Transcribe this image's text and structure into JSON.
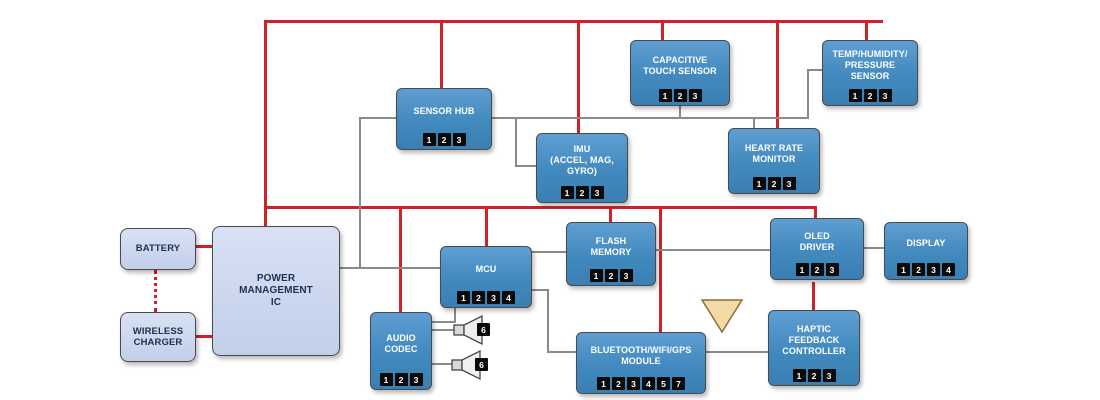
{
  "diagram": {
    "title": "wearable-device-block-diagram",
    "colors": {
      "power_line": "#cf2128",
      "signal_line": "#8a8a8a",
      "module_fill": "#4a8fc4",
      "power_block_fill": "#cdd9f0",
      "pin_badge_bg": "#000000",
      "antenna_fill": "#f3d9a4"
    },
    "blocks": [
      {
        "id": "battery",
        "label": "BATTERY",
        "pins": []
      },
      {
        "id": "wireless-charger",
        "label": "WIRELESS\nCHARGER",
        "pins": []
      },
      {
        "id": "power-management-ic",
        "label": "POWER\nMANAGEMENT\nIC",
        "pins": []
      },
      {
        "id": "sensor-hub",
        "label": "SENSOR HUB",
        "pins": [
          "1",
          "2",
          "3"
        ]
      },
      {
        "id": "imu",
        "label": "IMU\n(ACCEL, MAG,\nGYRO)",
        "pins": [
          "1",
          "2",
          "3"
        ]
      },
      {
        "id": "capacitive-touch-sensor",
        "label": "CAPACITIVE\nTOUCH SENSOR",
        "pins": [
          "1",
          "2",
          "3"
        ]
      },
      {
        "id": "temp-humidity-pressure-sensor",
        "label": "TEMP/HUMIDITY/\nPRESSURE\nSENSOR",
        "pins": [
          "1",
          "2",
          "3"
        ]
      },
      {
        "id": "heart-rate-monitor",
        "label": "HEART RATE\nMONITOR",
        "pins": [
          "1",
          "2",
          "3"
        ]
      },
      {
        "id": "mcu",
        "label": "MCU",
        "pins": [
          "1",
          "2",
          "3",
          "4"
        ]
      },
      {
        "id": "flash-memory",
        "label": "FLASH\nMEMORY",
        "pins": [
          "1",
          "2",
          "3"
        ]
      },
      {
        "id": "oled-driver",
        "label": "OLED\nDRIVER",
        "pins": [
          "1",
          "2",
          "3"
        ]
      },
      {
        "id": "display",
        "label": "DISPLAY",
        "pins": [
          "1",
          "2",
          "3",
          "4"
        ]
      },
      {
        "id": "audio-codec",
        "label": "AUDIO\nCODEC",
        "pins": [
          "1",
          "2",
          "3"
        ]
      },
      {
        "id": "bluetooth-wifi-gps-module",
        "label": "BLUETOOTH/WIFI/GPS\nMODULE",
        "pins": [
          "1",
          "2",
          "3",
          "4",
          "5",
          "7"
        ]
      },
      {
        "id": "haptic-feedback-controller",
        "label": "HAPTIC\nFEEDBACK\nCONTROLLER",
        "pins": [
          "1",
          "2",
          "3"
        ]
      }
    ],
    "speakers": [
      {
        "icon": "speaker-icon",
        "pin": "6"
      },
      {
        "icon": "speaker-icon",
        "pin": "6"
      }
    ],
    "antenna": {
      "icon": "antenna-icon"
    }
  }
}
